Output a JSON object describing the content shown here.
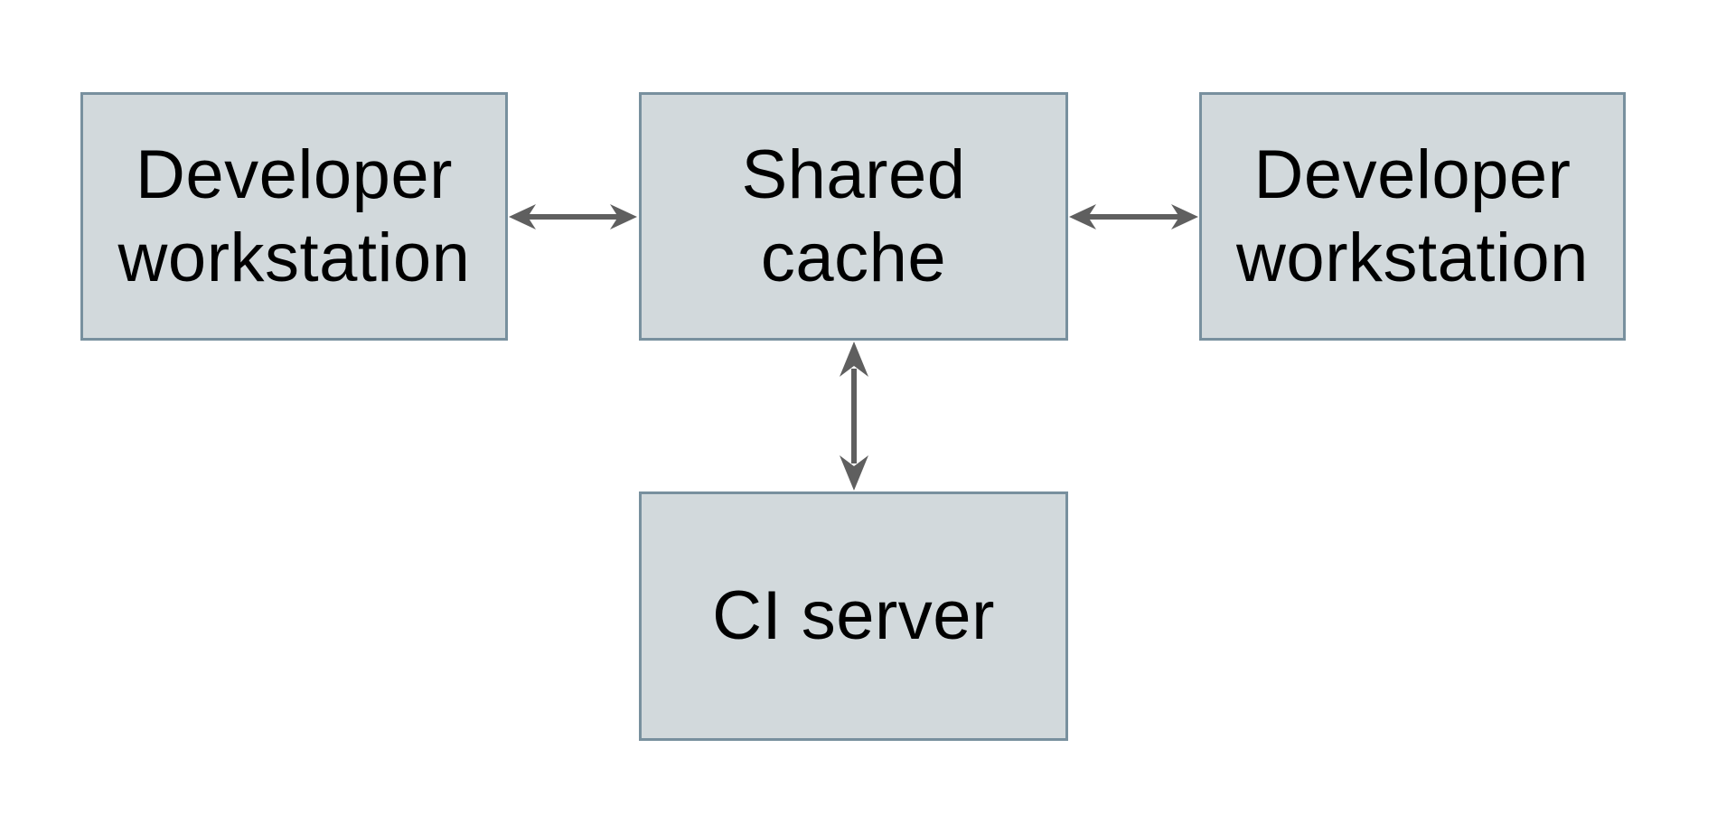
{
  "diagram": {
    "background": "#ffffff",
    "colors": {
      "node_fill": "#d2d9dc",
      "node_border": "#78909e",
      "arrow": "#5f5f5f",
      "text": "#000000"
    },
    "nodes": [
      {
        "id": "developer-workstation-left",
        "label": "Developer\nworkstation"
      },
      {
        "id": "shared-cache",
        "label": "Shared\ncache"
      },
      {
        "id": "developer-workstation-right",
        "label": "Developer\nworkstation"
      },
      {
        "id": "ci-server",
        "label": "CI server"
      }
    ],
    "edges": [
      {
        "from": "developer-workstation-left",
        "to": "shared-cache",
        "direction": "bidirectional"
      },
      {
        "from": "shared-cache",
        "to": "developer-workstation-right",
        "direction": "bidirectional"
      },
      {
        "from": "shared-cache",
        "to": "ci-server",
        "direction": "bidirectional"
      }
    ]
  }
}
